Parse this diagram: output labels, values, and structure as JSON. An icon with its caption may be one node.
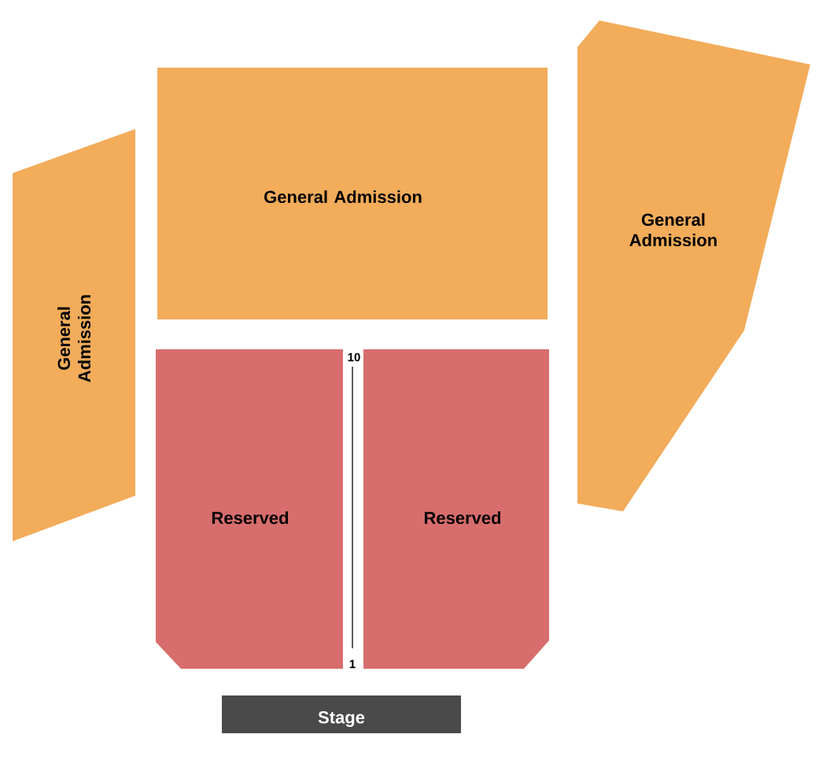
{
  "diagram": {
    "nodes": [
      {
        "text": [
          "General Admission"
        ]
      },
      {
        "text": [
          "General Admission"
        ]
      },
      {
        "text": [
          "General Admission"
        ]
      },
      {
        "text": [
          "Reserved"
        ]
      },
      {
        "text": [
          "Reserved"
        ]
      },
      {
        "text": [
          "Stage"
        ]
      }
    ],
    "labels": [
      "10",
      "1"
    ]
  }
}
